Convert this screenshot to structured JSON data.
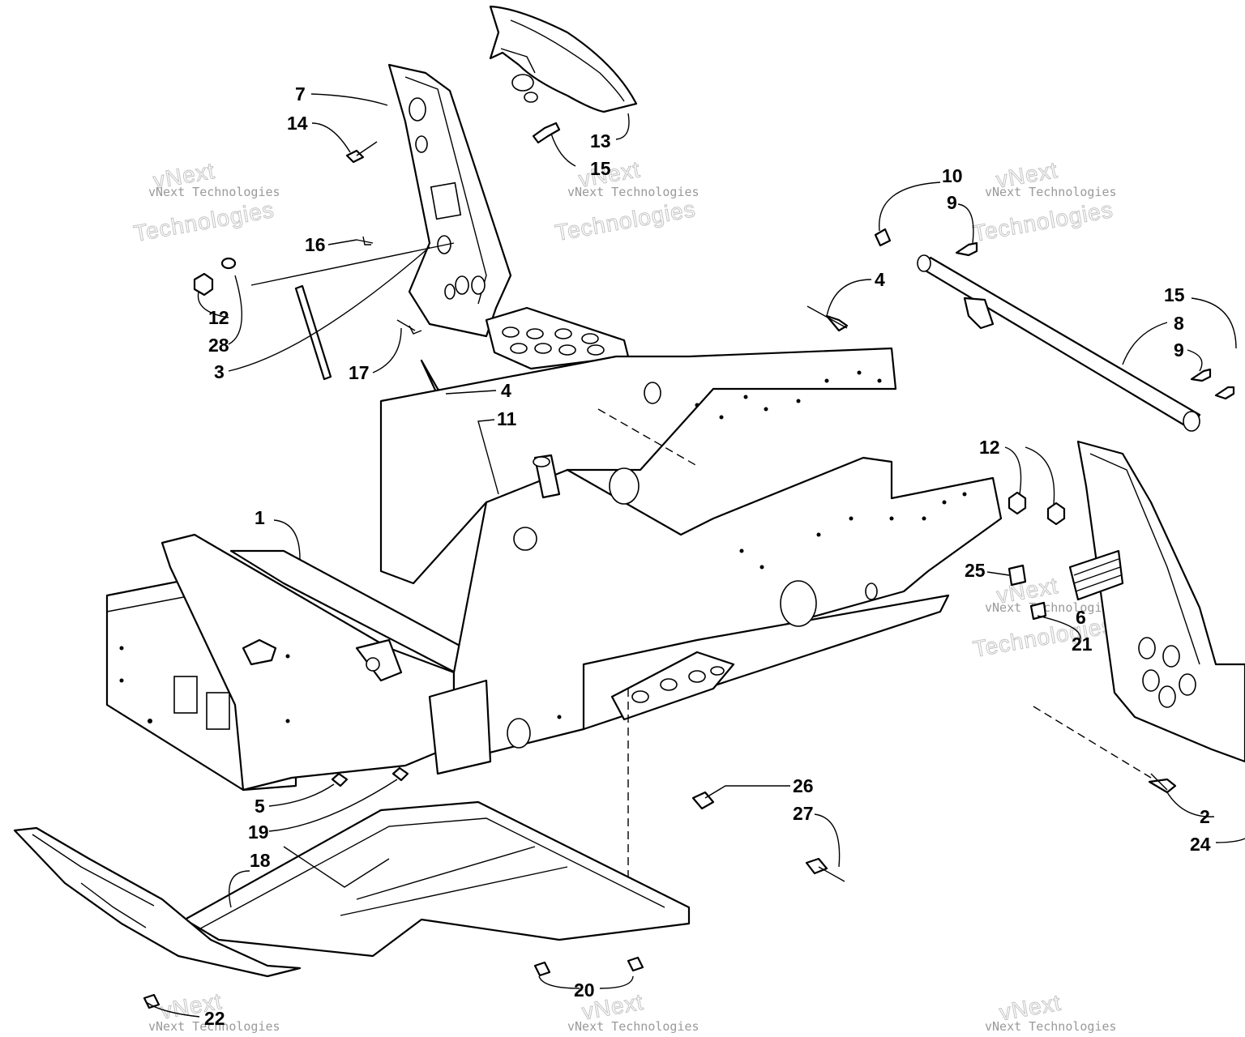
{
  "watermark": {
    "small_text": "vNext Technologies",
    "big_text": "Technologies",
    "top_text": "vNext"
  },
  "callouts": {
    "c1": "1",
    "c2": "2",
    "c3": "3",
    "c4a": "4",
    "c4b": "4",
    "c5": "5",
    "c6": "6",
    "c7": "7",
    "c8": "8",
    "c9a": "9",
    "c9b": "9",
    "c10": "10",
    "c11": "11",
    "c12a": "12",
    "c12b": "12",
    "c13": "13",
    "c14": "14",
    "c15a": "15",
    "c15b": "15",
    "c16": "16",
    "c17": "17",
    "c18": "18",
    "c19": "19",
    "c20": "20",
    "c21": "21",
    "c22": "22",
    "c24": "24",
    "c25": "25",
    "c26": "26",
    "c27": "27",
    "c28": "28"
  }
}
